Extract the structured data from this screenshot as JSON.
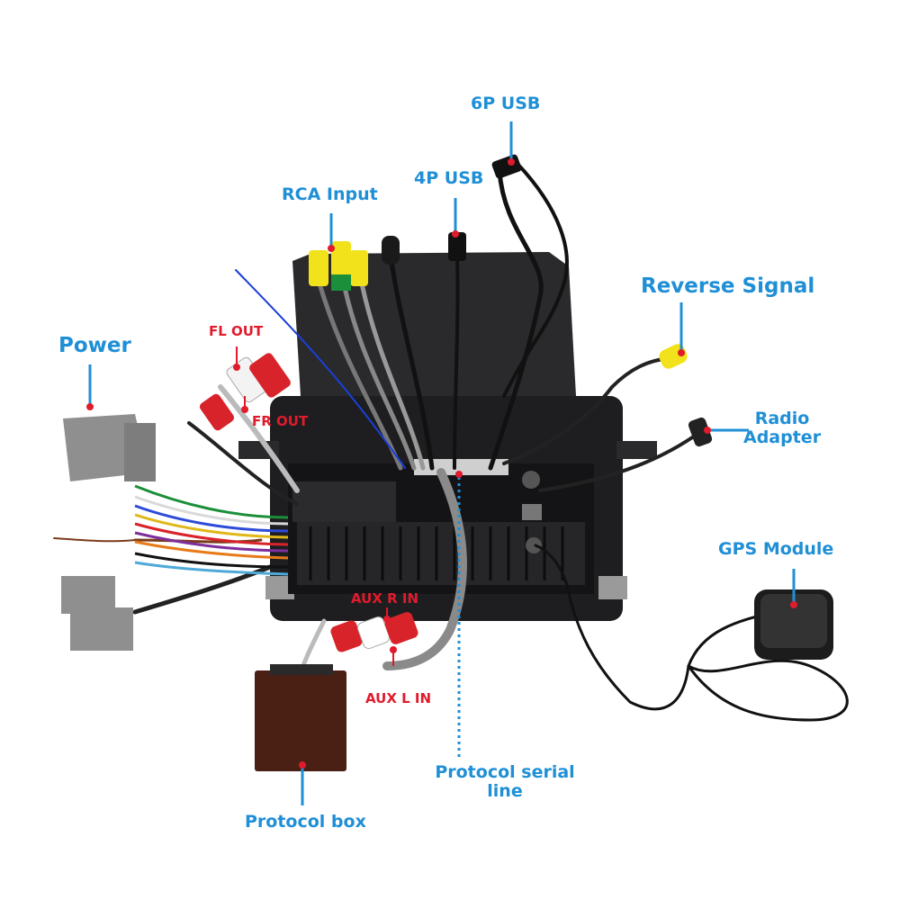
{
  "labels": {
    "usb_6p": "6P USB",
    "usb_4p": "4P USB",
    "rca_input": "RCA Input",
    "reverse_signal": "Reverse Signal",
    "power": "Power",
    "fl_out": "FL OUT",
    "fr_out": "FR OUT",
    "radio_adapter_line1": "Radio",
    "radio_adapter_line2": "Adapter",
    "gps_module": "GPS Module",
    "aux_r_in": "AUX R IN",
    "aux_l_in": "AUX L IN",
    "protocol_serial_line1": "Protocol serial",
    "protocol_serial_line2": "line",
    "protocol_box": "Protocol box"
  },
  "colors": {
    "label_blue": "#1f8fd6",
    "label_red": "#e01b2c",
    "unit_black": "#1e1e20",
    "rca_yellow": "#f2e21c",
    "rca_red": "#d8232a",
    "harness_gray": "#8a8a8a",
    "protocol_box": "#4a1f14"
  }
}
